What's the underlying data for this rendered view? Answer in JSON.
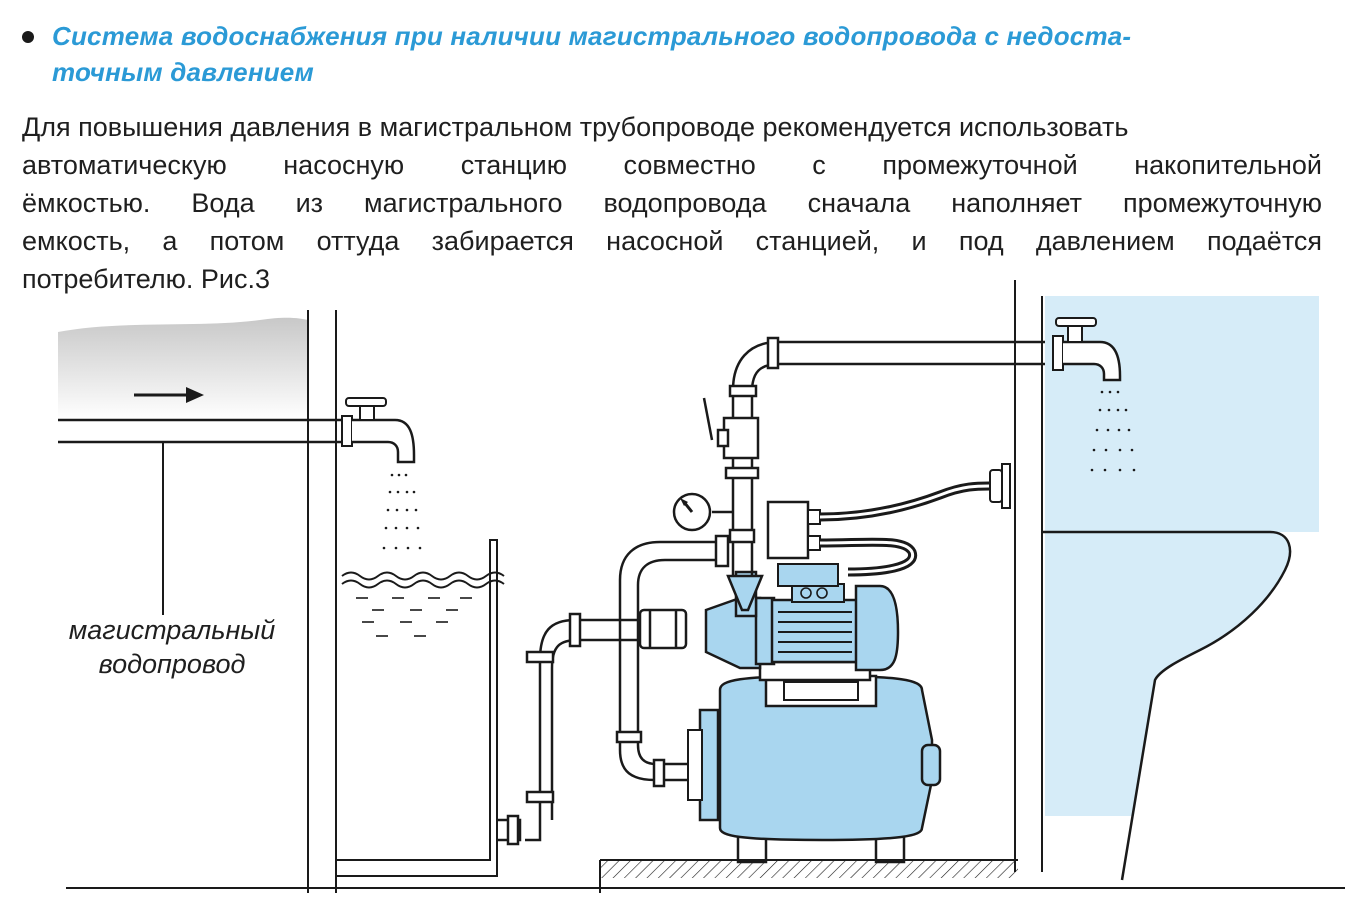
{
  "heading": {
    "line1": "Система водоснабжения при наличии магистрального водопровода с недоста-",
    "line2": "точным давлением"
  },
  "paragraph": {
    "lines": [
      "Для повышения давления в магистральном трубопроводе рекомендуется использовать",
      "автоматическую насосную станцию совместно с промежуточной накопительной",
      "ёмкостью. Вода из магистрального водопровода сначала наполняет промежуточную",
      "емкость, а потом оттуда забирается насосной станцией, и под давлением подаётся",
      "потребителю. Рис.3"
    ]
  },
  "figure": {
    "label_line1": "магистральный",
    "label_line2": "водопровод"
  },
  "colors": {
    "heading": "#2b9ad6",
    "equipment_fill": "#a9d6ef",
    "sink_background": "#d6ecf8",
    "outline": "#1a1a1a"
  }
}
